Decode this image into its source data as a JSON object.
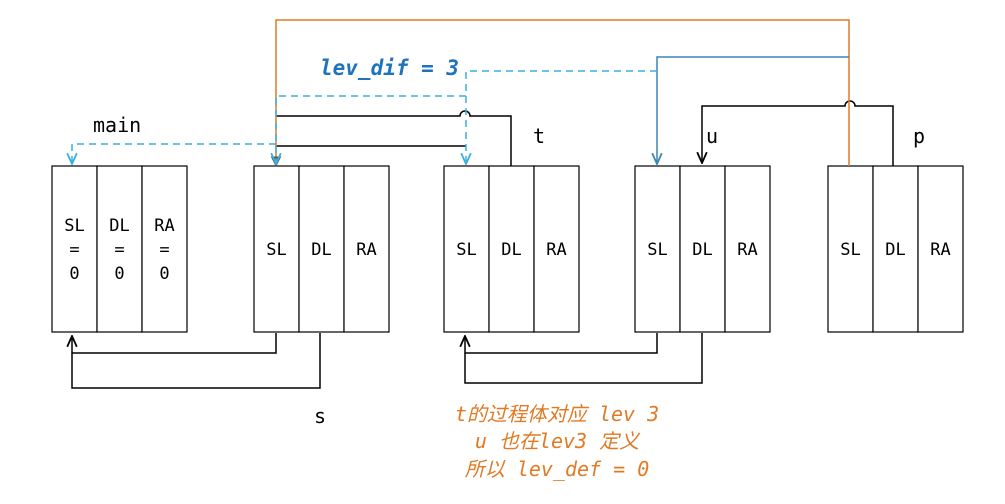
{
  "frames": [
    {
      "id": "main",
      "label": "main",
      "cells": [
        [
          "SL",
          "=",
          "0"
        ],
        [
          "DL",
          "=",
          "0"
        ],
        [
          "RA",
          "=",
          "0"
        ]
      ]
    },
    {
      "id": "s",
      "label": "s",
      "cells": [
        [
          "SL"
        ],
        [
          "DL"
        ],
        [
          "RA"
        ]
      ]
    },
    {
      "id": "t",
      "label": "t",
      "cells": [
        [
          "SL"
        ],
        [
          "DL"
        ],
        [
          "RA"
        ]
      ]
    },
    {
      "id": "u",
      "label": "u",
      "cells": [
        [
          "SL"
        ],
        [
          "DL"
        ],
        [
          "RA"
        ]
      ]
    },
    {
      "id": "p",
      "label": "p",
      "cells": [
        [
          "SL"
        ],
        [
          "DL"
        ],
        [
          "RA"
        ]
      ]
    }
  ],
  "lev_dif_label": "lev_dif = 3",
  "note_lines": [
    "t的过程体对应 lev 3",
    "u 也在lev3 定义",
    "所以 lev_def = 0"
  ],
  "colors": {
    "frame_stroke": "#000000",
    "link_black": "#000000",
    "link_orange": "#E07A24",
    "link_teal": "#3A86B4",
    "dashed_blue": "#3AB0E0",
    "lev_dif_text": "#1E73BE",
    "note_text": "#E07A24"
  }
}
